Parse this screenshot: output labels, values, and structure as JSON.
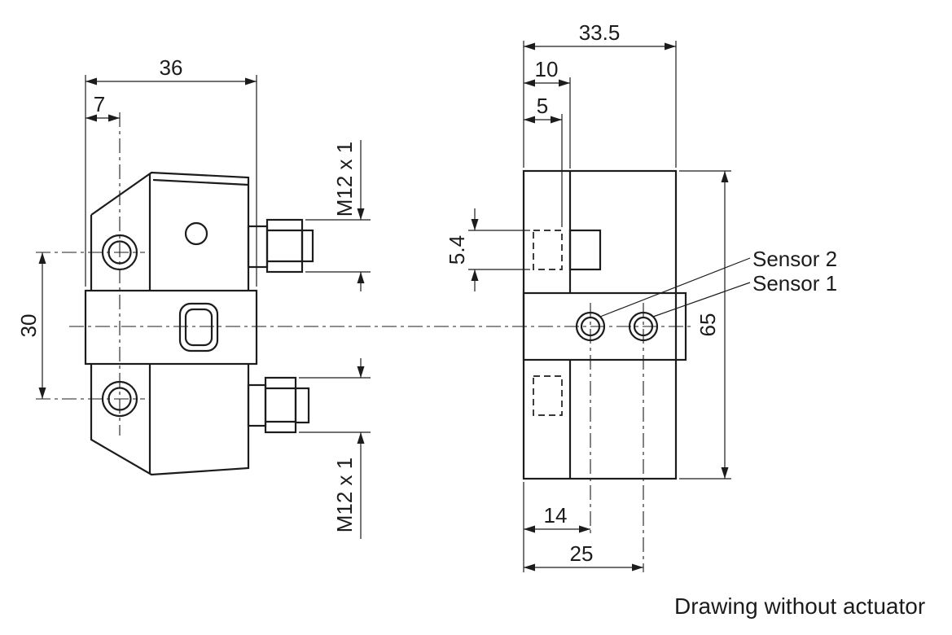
{
  "drawing": {
    "footnote": "Drawing without actuator",
    "labels": {
      "sensor2": "Sensor 2",
      "sensor1": "Sensor 1"
    },
    "left_view": {
      "dim_width": "36",
      "dim_hole_offset": "7",
      "dim_hole_spacing": "30",
      "dim_thread_top": "M12 x 1",
      "dim_thread_bottom": "M12 x 1"
    },
    "right_view": {
      "dim_width": "33.5",
      "dim_step": "10",
      "dim_slot": "5",
      "dim_slot_height": "5.4",
      "dim_height": "65",
      "dim_sensor2_offset": "14",
      "dim_sensor1_offset": "25"
    },
    "colors": {
      "ink": "#1c1c1c",
      "paper": "#ffffff"
    }
  }
}
